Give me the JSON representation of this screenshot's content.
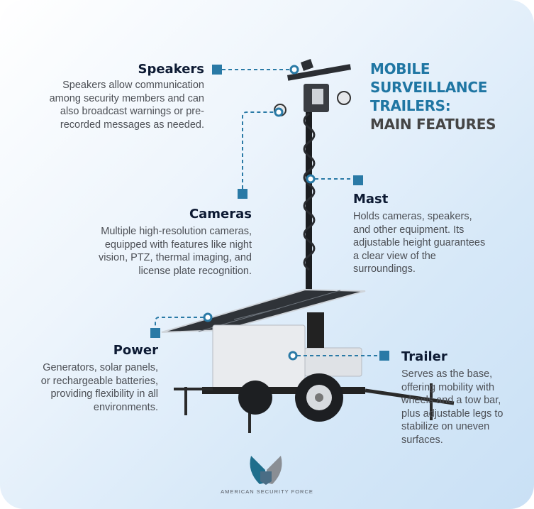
{
  "title": {
    "line1": "MOBILE",
    "line2": "SURVEILLANCE",
    "line3": "TRAILERS:",
    "line4": "MAIN FEATURES"
  },
  "colors": {
    "accent": "#1f76a3",
    "marker": "#2a7aa6",
    "heading": "#0d1a33",
    "body": "#4c4f55"
  },
  "features": {
    "speakers": {
      "heading": "Speakers",
      "lines": [
        "Speakers allow communication",
        "among security members and can",
        "also broadcast warnings or pre-",
        "recorded messages as needed."
      ]
    },
    "cameras": {
      "heading": "Cameras",
      "lines": [
        "Multiple high-resolution cameras,",
        "equipped with features like night",
        "vision, PTZ, thermal imaging, and",
        "license plate recognition."
      ]
    },
    "mast": {
      "heading": "Mast",
      "lines": [
        "Holds cameras, speakers,",
        "and other equipment. Its",
        "adjustable height guarantees",
        "a clear view of the",
        "surroundings."
      ]
    },
    "power": {
      "heading": "Power",
      "lines": [
        "Generators, solar panels,",
        "or rechargeable batteries,",
        "providing flexibility in all",
        "environments."
      ]
    },
    "trailer": {
      "heading": "Trailer",
      "lines": [
        "Serves as the base,",
        "offering mobility with",
        "wheels and a tow bar,",
        "plus adjustable legs to",
        "stabilize on uneven",
        "surfaces."
      ]
    }
  },
  "logo": {
    "text": "AMERICAN SECURITY FORCE"
  }
}
